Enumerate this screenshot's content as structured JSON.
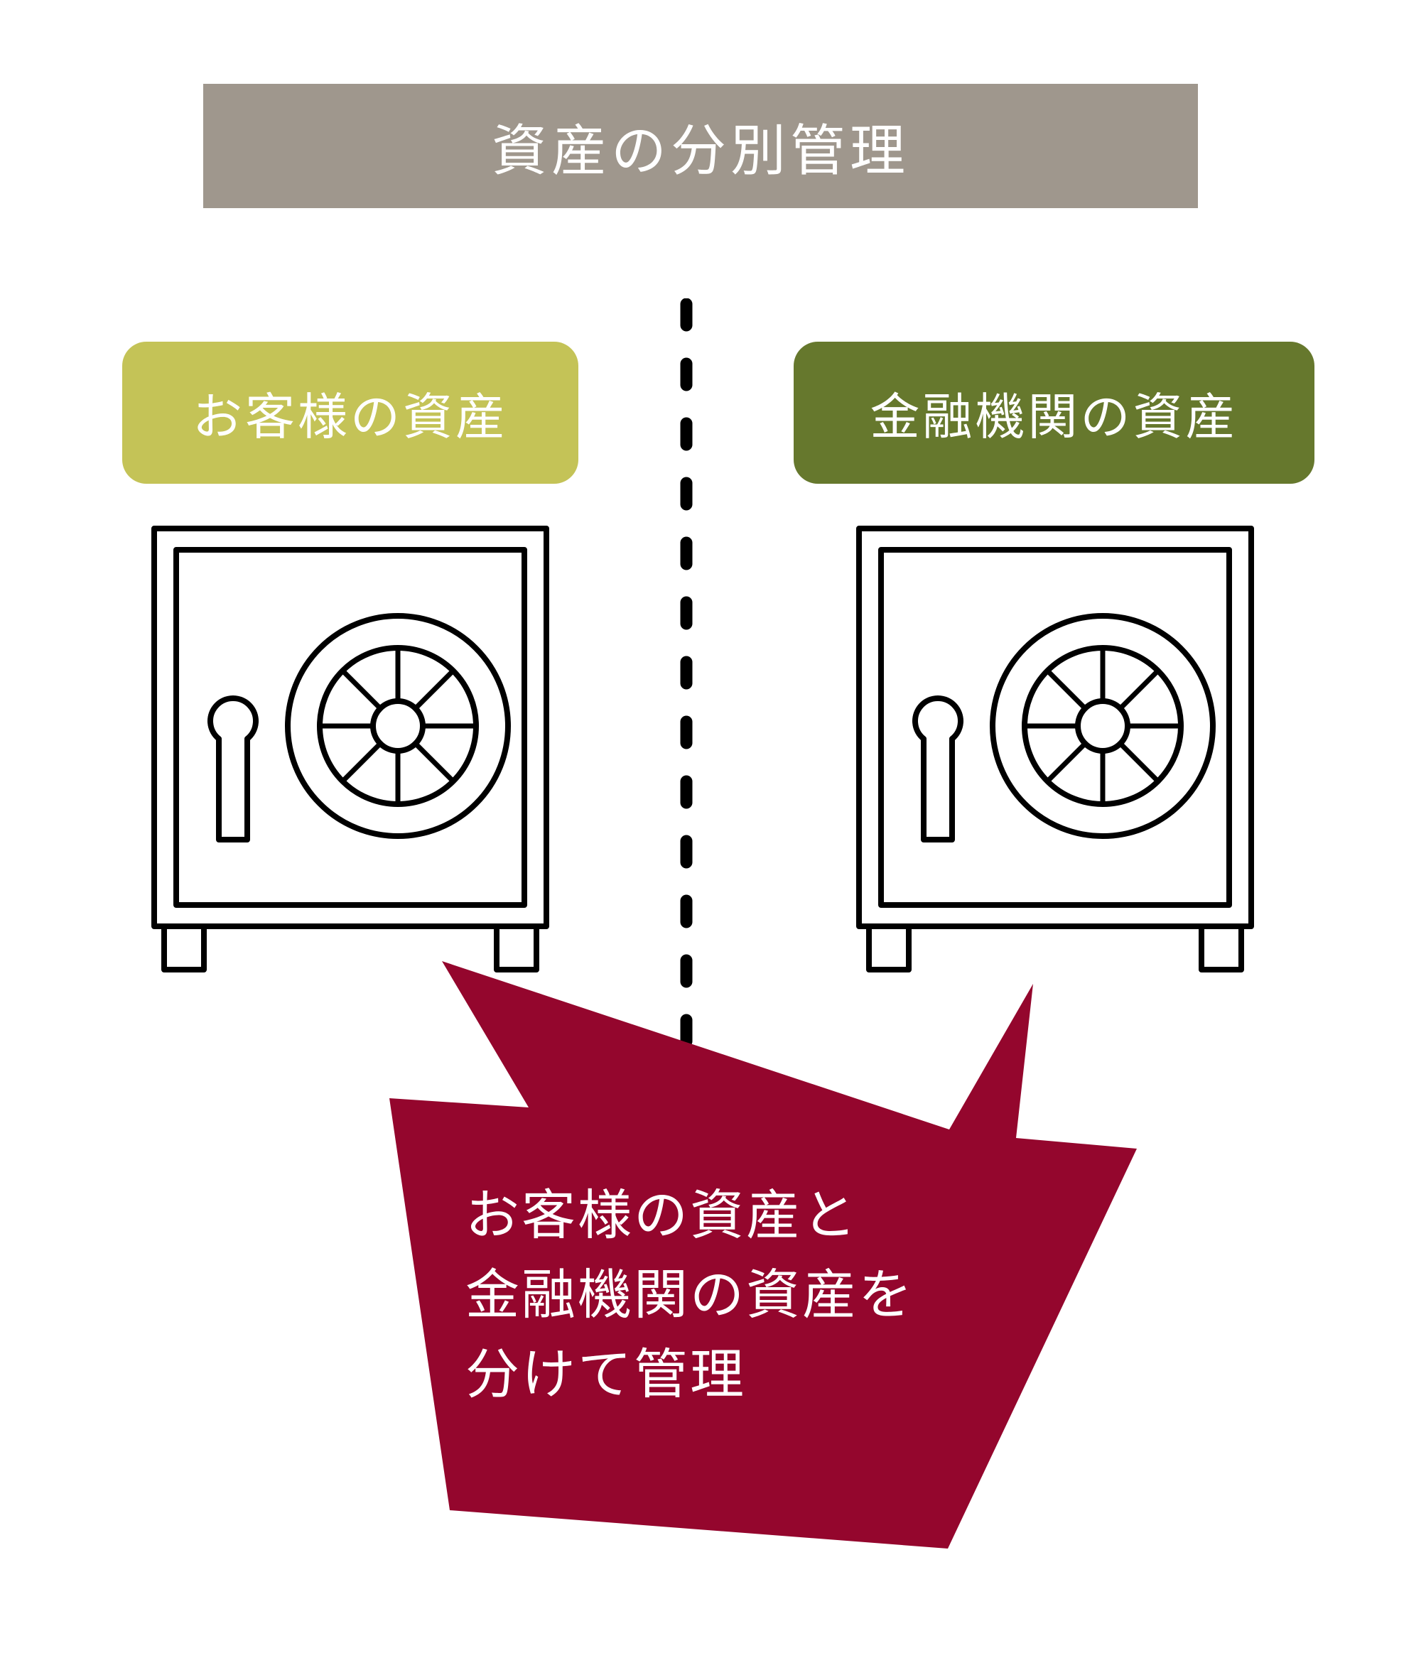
{
  "title": "資産の分別管理",
  "left": {
    "label": "お客様の資産",
    "color": "#c4c357"
  },
  "right": {
    "label": "金融機関の資産",
    "color": "#66782d"
  },
  "callout": {
    "lines": [
      "お客様の資産と",
      "金融機関の資産を",
      "分けて管理"
    ],
    "color": "#94062d"
  },
  "colors": {
    "title_bg": "#9f978d",
    "stroke": "#000000"
  },
  "icons": [
    "safe-icon",
    "safe-icon"
  ]
}
